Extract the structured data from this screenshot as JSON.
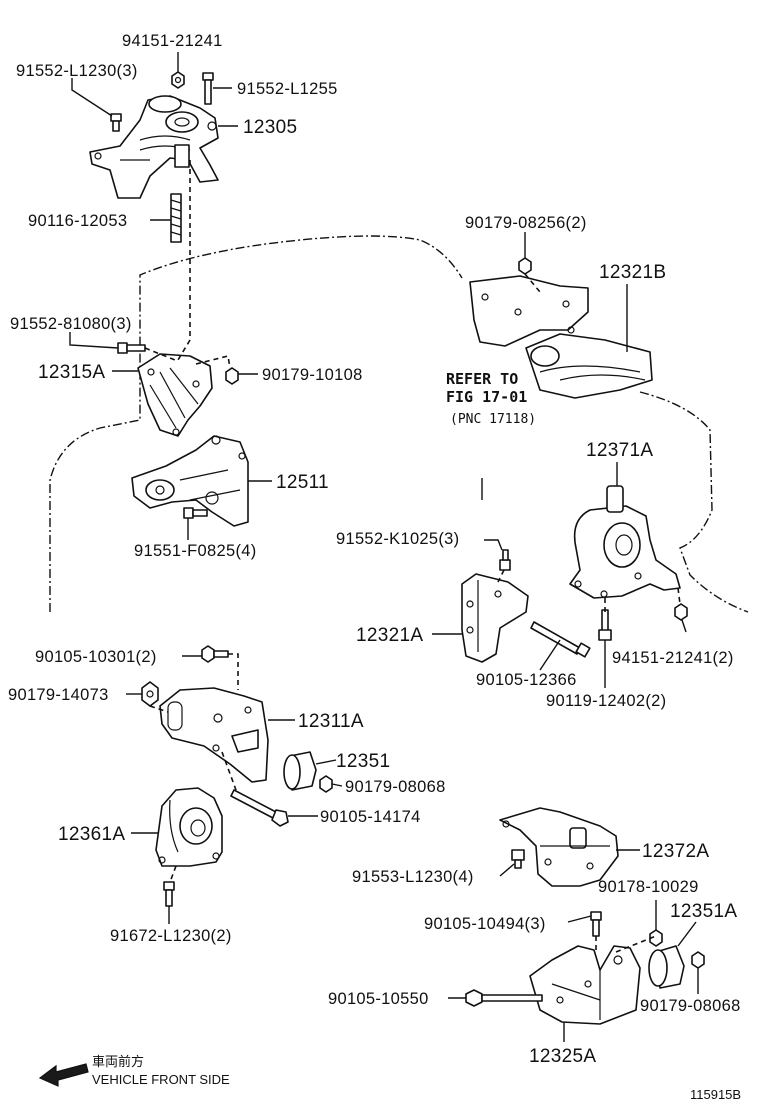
{
  "labels": {
    "n94151_21241": "94151-21241",
    "n91552_L1230_3": "91552-L1230(3)",
    "n91552_L1255": "91552-L1255",
    "n12305": "12305",
    "n90116_12053": "90116-12053",
    "n90179_08256_2": "90179-08256(2)",
    "n12321B": "12321B",
    "n91552_81080_3": "91552-81080(3)",
    "n12315A": "12315A",
    "n90179_10108": "90179-10108",
    "n12511": "12511",
    "n91551_F0825_4": "91551-F0825(4)",
    "n12371A": "12371A",
    "n91552_K1025_3": "91552-K1025(3)",
    "n12321A": "12321A",
    "n90105_12366": "90105-12366",
    "n94151_21241_2": "94151-21241(2)",
    "n90119_12402_2": "90119-12402(2)",
    "n90105_10301_2": "90105-10301(2)",
    "n90179_14073": "90179-14073",
    "n12311A": "12311A",
    "n12351": "12351",
    "n90179_08068_a": "90179-08068",
    "n90105_14174": "90105-14174",
    "n12361A": "12361A",
    "n91672_L1230_2": "91672-L1230(2)",
    "n12372A": "12372A",
    "n91553_L1230_4": "91553-L1230(4)",
    "n90178_10029": "90178-10029",
    "n12351A": "12351A",
    "n90105_10494_3": "90105-10494(3)",
    "n90179_08068_b": "90179-08068",
    "n90105_10550": "90105-10550",
    "n12325A": "12325A"
  },
  "reference": {
    "line1": "REFER TO",
    "line2": "FIG 17-01",
    "line3": "(PNC 17118)"
  },
  "direction": {
    "jp": "車両前方",
    "en": "VEHICLE FRONT SIDE"
  },
  "figure_id": "115915B"
}
